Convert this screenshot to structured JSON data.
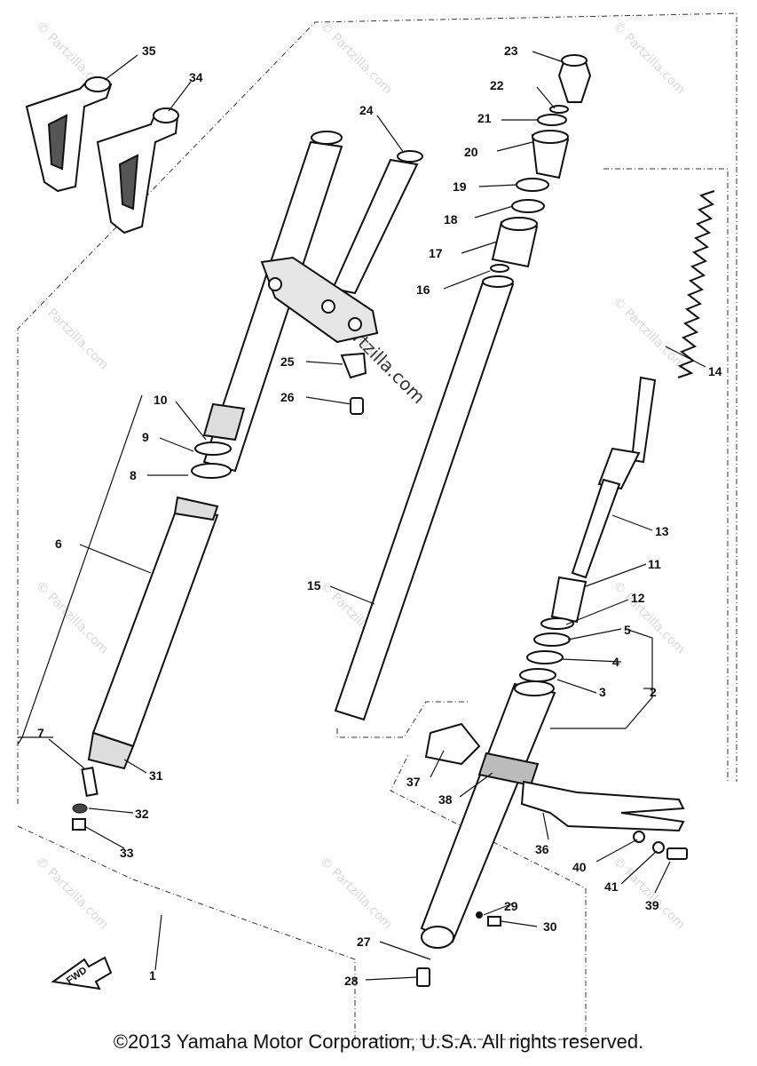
{
  "callouts": [
    "35",
    "34",
    "24",
    "23",
    "22",
    "21",
    "20",
    "19",
    "18",
    "17",
    "16",
    "25",
    "26",
    "10",
    "9",
    "8",
    "6",
    "7",
    "31",
    "32",
    "33",
    "15",
    "14",
    "13",
    "11",
    "12",
    "5",
    "4",
    "3",
    "2",
    "37",
    "38",
    "36",
    "40",
    "41",
    "39",
    "29",
    "30",
    "27",
    "28",
    "1"
  ],
  "fwd_label": "FWD",
  "watermark_text": "© Partzilla.com",
  "center_watermark": "Partzilla.com",
  "copyright": "©2013 Yamaha Motor Corporation, U.S.A. All rights reserved."
}
